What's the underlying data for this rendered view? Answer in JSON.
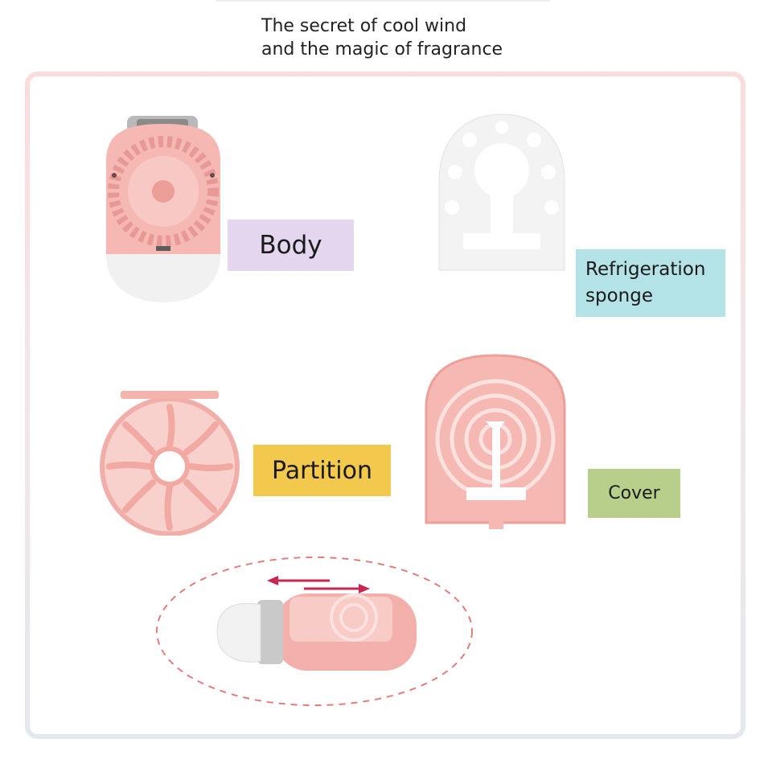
{
  "headline": {
    "line1": "The secret of cool wind",
    "line2": "and the magic of fragrance"
  },
  "parts": {
    "body": "Body",
    "sponge": "Refrigeration\nsponge",
    "partition": "Partition",
    "cover": "Cover"
  },
  "colors": {
    "pink_part": "#f5b8b2",
    "body_label_bg": "#e3d6ee",
    "sponge_label_bg": "#b4e3e7",
    "partition_label_bg": "#f2c94d",
    "cover_label_bg": "#b8ce8b",
    "dashed_ellipse": "#e07d7d",
    "arrow": "#c8284f"
  }
}
